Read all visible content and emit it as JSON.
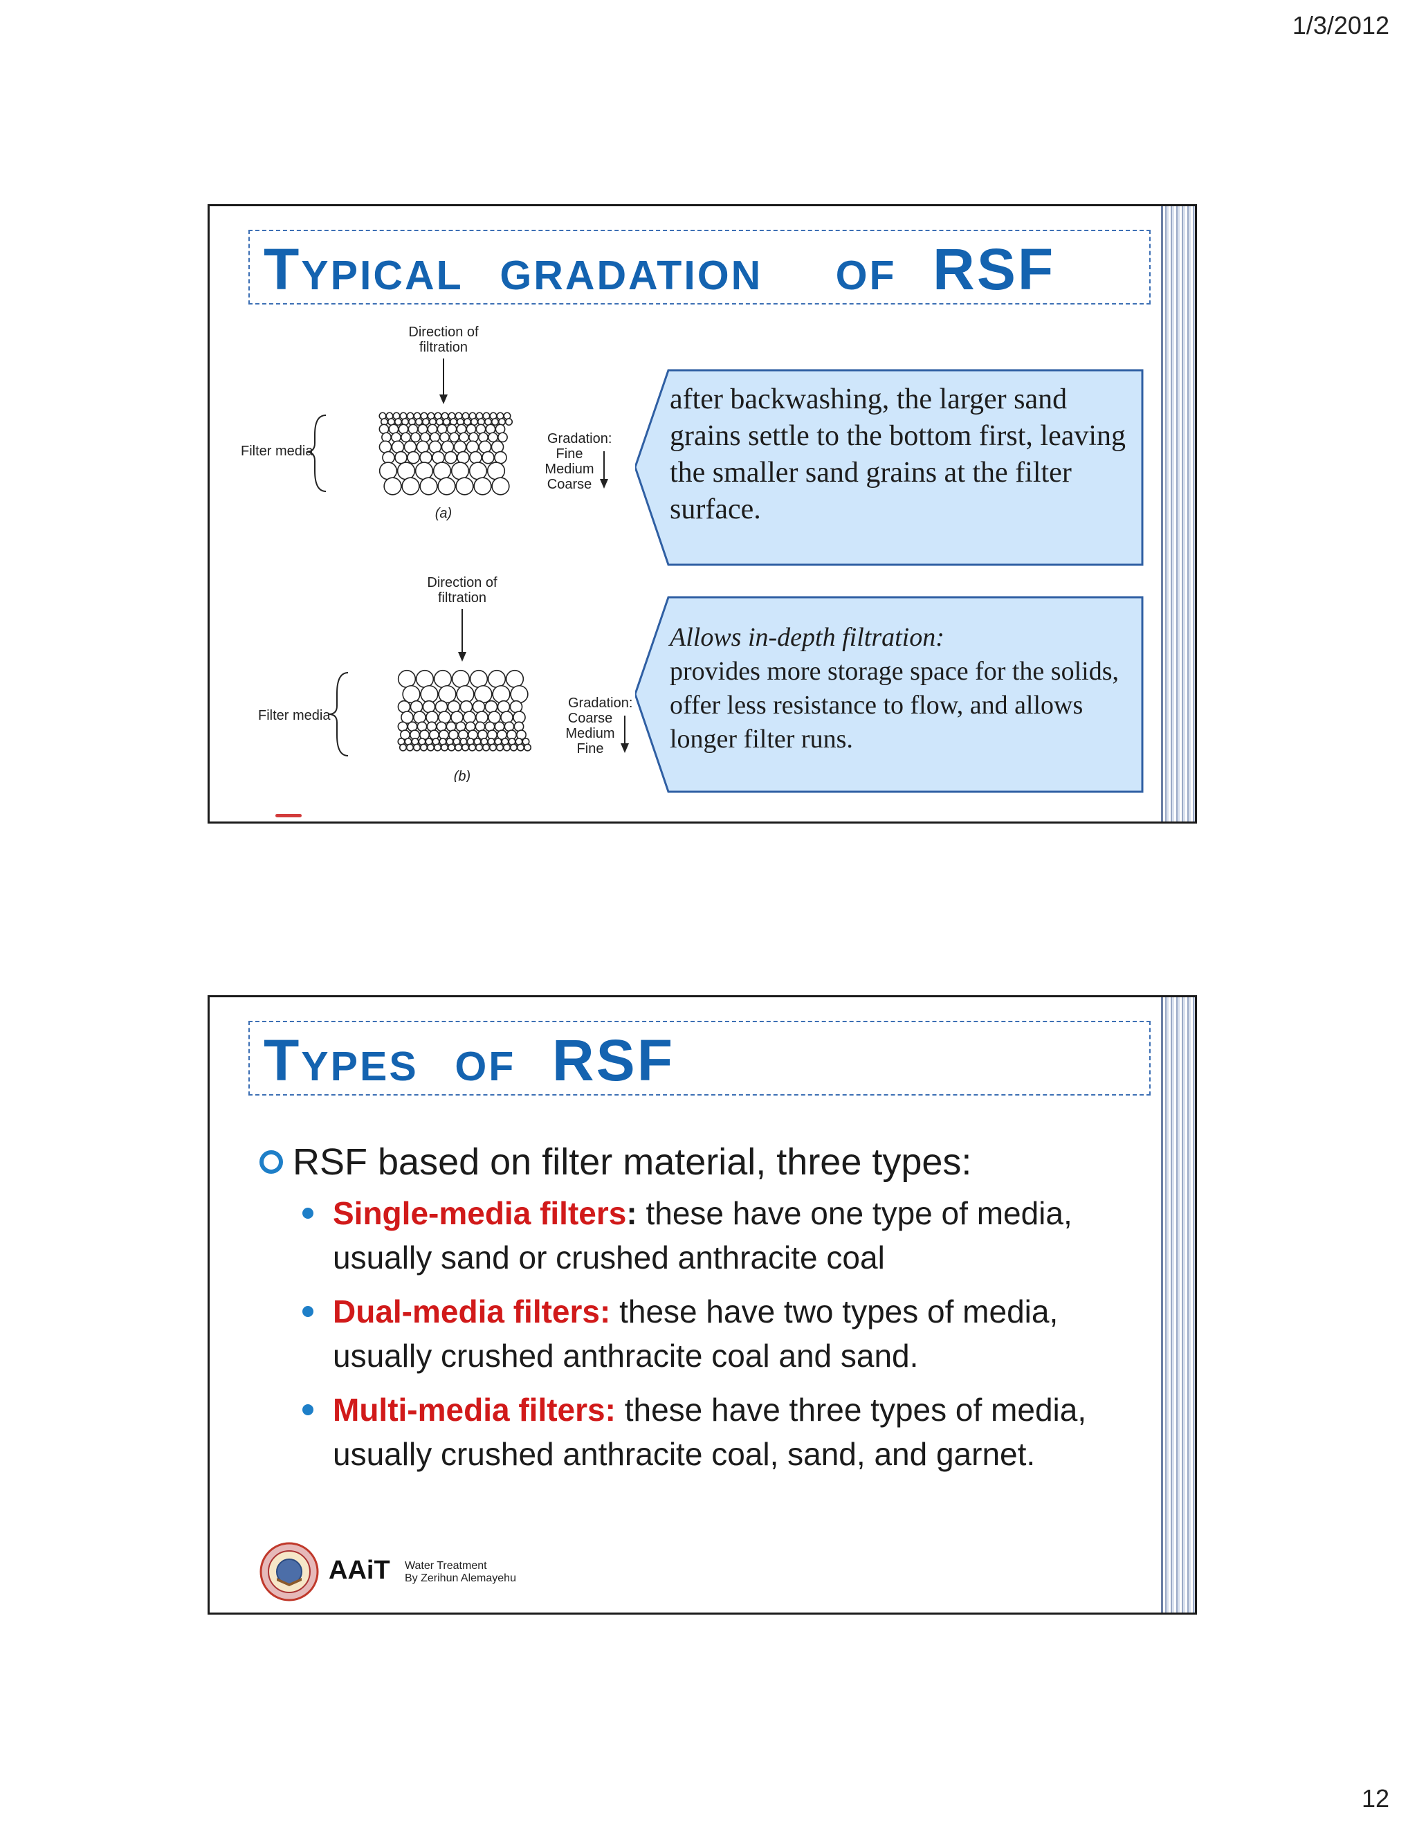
{
  "page": {
    "date": "1/3/2012",
    "number": "12"
  },
  "slide1": {
    "title": "Typical  gradation    of  RSF",
    "figure_a": {
      "direction_label_1": "Direction of",
      "direction_label_2": "filtration",
      "media_label": "Filter media",
      "gradation_label": "Gradation:",
      "grades": [
        "Fine",
        "Medium",
        "Coarse"
      ],
      "caption": "(a)"
    },
    "figure_b": {
      "direction_label_1": "Direction of",
      "direction_label_2": "filtration",
      "media_label": "Filter media",
      "gradation_label": "Gradation:",
      "grades": [
        "Coarse",
        "Medium",
        "Fine"
      ],
      "caption": "(b)"
    },
    "callout_1": "after backwashing, the larger sand grains settle to the bottom first, leaving the smaller sand grains at the filter surface.",
    "callout_2_lead": "Allows in-depth filtration:",
    "callout_2_body": "provides more storage space for the solids, offer less resistance to flow, and allows longer filter runs.",
    "colors": {
      "title": "#1463b0",
      "callout_fill": "#cfe6fb",
      "callout_border": "#2f5fa3"
    }
  },
  "slide2": {
    "title": "Types  of  RSF",
    "bullet": "RSF based on filter material, three types:",
    "items": [
      {
        "term": "Single-media filters",
        "colon": ":",
        "text": " these have one type of media, usually sand or crushed anthracite coal"
      },
      {
        "term": "Dual-media filters:",
        "colon": "",
        "text": " these have two types of media, usually crushed anthracite coal and sand."
      },
      {
        "term": "Multi-media filters:",
        "colon": "",
        "text": " these have three types of media, usually crushed anthracite coal, sand, and garnet."
      }
    ],
    "footer": {
      "brand": "AAiT",
      "line1": "Water Treatment",
      "line2": "By Zerihun Alemayehu"
    },
    "colors": {
      "term": "#d11a1a",
      "bullet": "#1e7fc8"
    }
  }
}
